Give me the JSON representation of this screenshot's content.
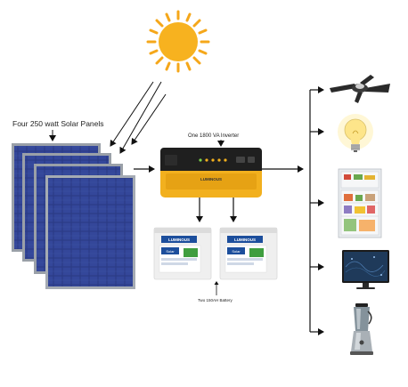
{
  "labels": {
    "solar_panels": "Four 250 watt Solar Panels",
    "inverter": "One 1800 VA Inverter",
    "battery": "Two 150AH Battery"
  },
  "brand": {
    "inverter_brand": "LUMINOUS",
    "battery_brand": "LUMINOUS",
    "battery_sub": "Solar"
  },
  "colors": {
    "sun": "#f5a71a",
    "inverter_body": "#f2b01e",
    "inverter_panel": "#1f1f1f",
    "panel_cell": "#2f3f8a",
    "panel_frame": "#9aa0a8",
    "battery_body": "#f2f2f2",
    "battery_label": "#1c4e9c",
    "arrow": "#111111"
  },
  "icons": [
    "sun-icon",
    "solar-panel-icon",
    "inverter-icon",
    "battery-icon",
    "ceiling-fan-icon",
    "light-bulb-icon",
    "refrigerator-icon",
    "monitor-icon",
    "blender-icon"
  ]
}
